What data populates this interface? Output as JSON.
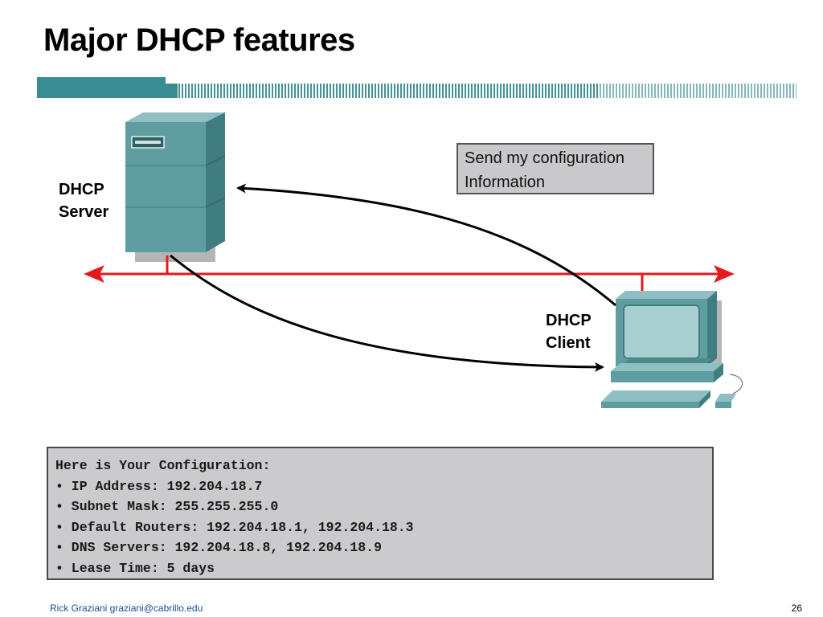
{
  "slide": {
    "title": "Major DHCP features",
    "footer": "Rick Graziani  graziani@cabrillo.edu",
    "page_number": "26"
  },
  "diagram": {
    "server_label_line1": "DHCP",
    "server_label_line2": "Server",
    "client_label_line1": "DHCP",
    "client_label_line2": "Client",
    "request_callout": [
      "Send my configuration",
      "Information"
    ],
    "colors": {
      "network_line": "#e8171c",
      "device_body": "#5e9ea0",
      "banner": "#3a8c93",
      "arrow": "#000000"
    }
  },
  "config_box": {
    "lines": [
      "Here is Your Configuration:",
      "• IP Address: 192.204.18.7",
      "• Subnet Mask: 255.255.255.0",
      "• Default Routers: 192.204.18.1, 192.204.18.3",
      "• DNS Servers: 192.204.18.8, 192.204.18.9",
      "• Lease Time: 5 days"
    ]
  }
}
